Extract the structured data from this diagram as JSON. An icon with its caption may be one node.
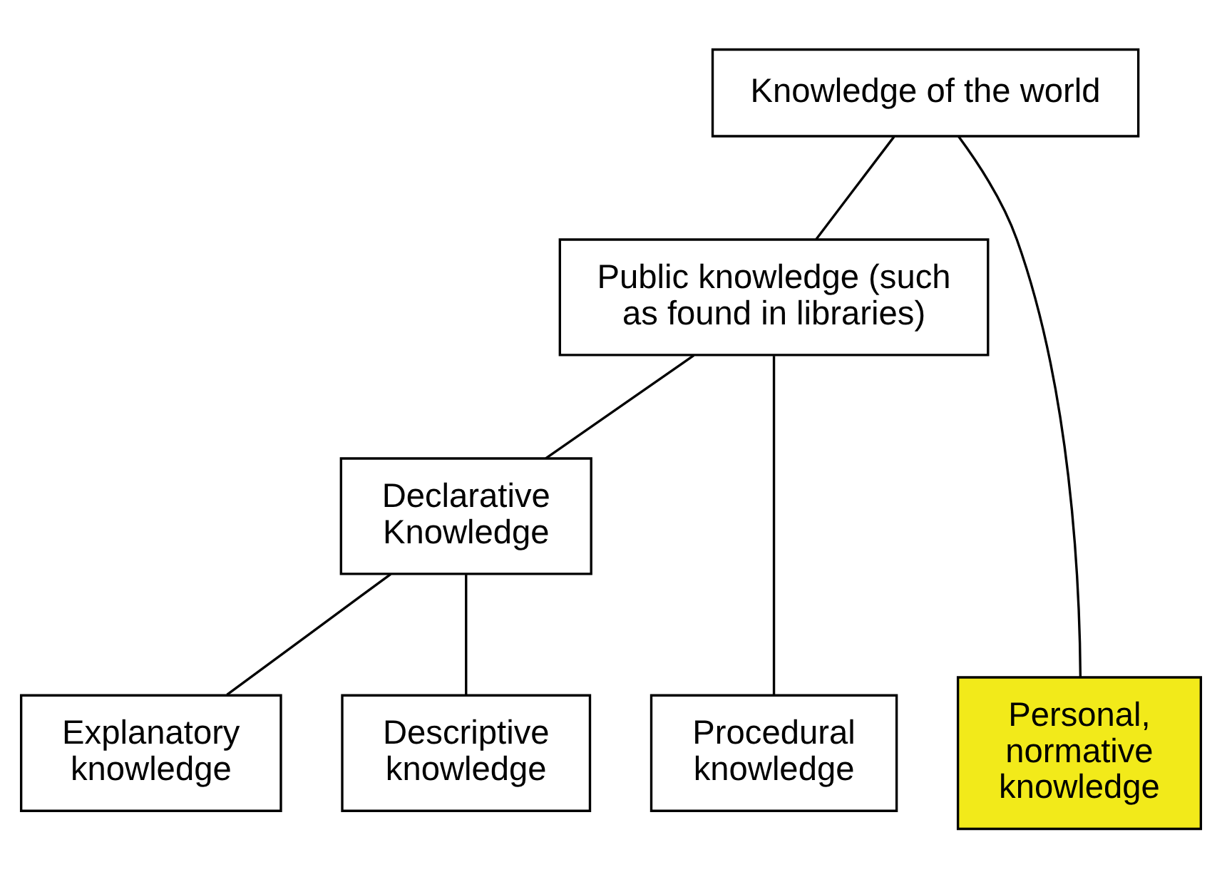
{
  "diagram": {
    "nodes": [
      {
        "text": [
          "Knowledge of the world"
        ]
      },
      {
        "text": [
          "Public knowledge (such as found in libraries)"
        ]
      },
      {
        "text": [
          "Declarative Knowledge"
        ]
      },
      {
        "text": [
          "Explanatory knowledge"
        ]
      },
      {
        "text": [
          "Descriptive knowledge"
        ]
      },
      {
        "text": [
          "Procedural knowledge"
        ]
      },
      {
        "text": [
          "Personal, normative knowledge"
        ]
      }
    ],
    "edges": [
      {
        "from": 0,
        "to": 1,
        "arrow": "none"
      },
      {
        "from": 0,
        "to": 6,
        "arrow": "none"
      },
      {
        "from": 1,
        "to": 2,
        "arrow": "none"
      },
      {
        "from": 1,
        "to": 5,
        "arrow": "none"
      },
      {
        "from": 2,
        "to": 3,
        "arrow": "none"
      },
      {
        "from": 2,
        "to": 4,
        "arrow": "none"
      }
    ]
  }
}
